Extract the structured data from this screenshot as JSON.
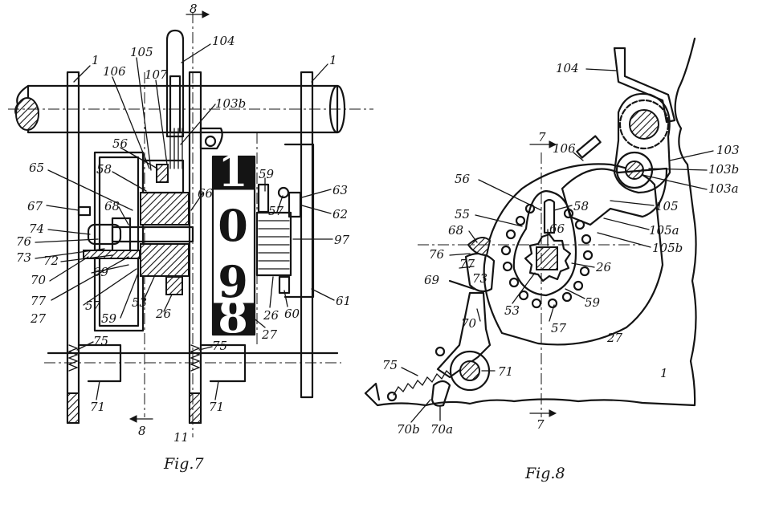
{
  "figures": [
    {
      "caption": "Fig.7",
      "counter_digits": [
        "1",
        "0",
        "9",
        "8"
      ],
      "labels": [
        "1",
        "1",
        "8",
        "8",
        "104",
        "105",
        "106",
        "107",
        "103b",
        "56",
        "58",
        "65",
        "67",
        "68",
        "74",
        "76",
        "73",
        "72",
        "70",
        "69",
        "77",
        "57",
        "27",
        "59",
        "53",
        "26",
        "66",
        "59",
        "57",
        "63",
        "62",
        "97",
        "26",
        "60",
        "61",
        "27",
        "75",
        "75",
        "71",
        "71",
        "11"
      ]
    },
    {
      "caption": "Fig.8",
      "labels": [
        "104",
        "7",
        "106",
        "103",
        "103b",
        "103a",
        "105",
        "105a",
        "105b",
        "56",
        "58",
        "55",
        "66",
        "68",
        "76",
        "77",
        "73",
        "69",
        "26",
        "53",
        "59",
        "57",
        "27",
        "70",
        "75",
        "71",
        "1",
        "70b",
        "70a",
        "7"
      ]
    }
  ]
}
